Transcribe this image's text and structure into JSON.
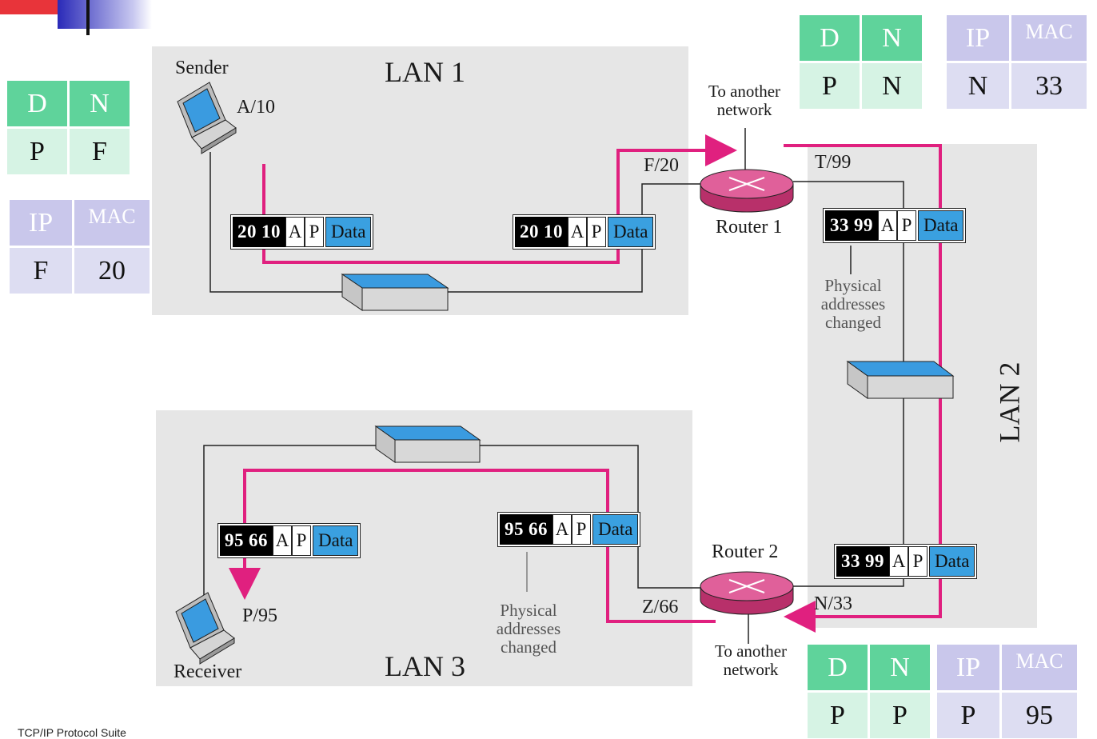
{
  "lan1": {
    "title": "LAN 1"
  },
  "lan2": {
    "title": "LAN 2"
  },
  "lan3": {
    "title": "LAN 3"
  },
  "sender": {
    "label": "Sender",
    "addr": "A/10"
  },
  "receiver": {
    "label": "Receiver",
    "addr": "P/95"
  },
  "router1": {
    "label": "Router 1",
    "left_addr": "F/20",
    "right_addr": "T/99",
    "another": "To another network"
  },
  "router2": {
    "label": "Router 2",
    "left_addr": "Z/66",
    "right_addr": "N/33",
    "another": "To another network"
  },
  "notes": {
    "changed": "Physical addresses changed"
  },
  "packets": {
    "lan1_a": {
      "dst": "20",
      "src": "10",
      "ip_src": "A",
      "ip_dst": "P",
      "data": "Data"
    },
    "lan1_b": {
      "dst": "20",
      "src": "10",
      "ip_src": "A",
      "ip_dst": "P",
      "data": "Data"
    },
    "lan2_a": {
      "dst": "33",
      "src": "99",
      "ip_src": "A",
      "ip_dst": "P",
      "data": "Data"
    },
    "lan2_b": {
      "dst": "33",
      "src": "99",
      "ip_src": "A",
      "ip_dst": "P",
      "data": "Data"
    },
    "lan3_a": {
      "dst": "95",
      "src": "66",
      "ip_src": "A",
      "ip_dst": "P",
      "data": "Data"
    },
    "lan3_b": {
      "dst": "95",
      "src": "66",
      "ip_src": "A",
      "ip_dst": "P",
      "data": "Data"
    }
  },
  "tables": {
    "sender_route": {
      "h1": "D",
      "h2": "N",
      "v1": "P",
      "v2": "F"
    },
    "sender_arp": {
      "h1": "IP",
      "h2": "MAC",
      "v1": "F",
      "v2": "20"
    },
    "r1_route": {
      "h1": "D",
      "h2": "N",
      "v1": "P",
      "v2": "N"
    },
    "r1_arp": {
      "h1": "IP",
      "h2": "MAC",
      "v1": "N",
      "v2": "33"
    },
    "r2_route": {
      "h1": "D",
      "h2": "N",
      "v1": "P",
      "v2": "P"
    },
    "r2_arp": {
      "h1": "IP",
      "h2": "MAC",
      "v1": "P",
      "v2": "95"
    }
  },
  "footer": "TCP/IP Protocol Suite",
  "colors": {
    "path": "#e0207f",
    "router": "#e0609a",
    "switch_top": "#3a9be0",
    "lan_bg": "#e6e6e6",
    "dn_header": "#5fd39b",
    "ip_header": "#c9c7eb"
  }
}
